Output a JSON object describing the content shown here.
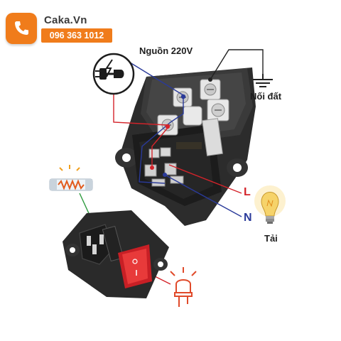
{
  "brand": {
    "name": "Caka.Vn",
    "phone": "096 363 1012",
    "icon": "phone-icon"
  },
  "labels": {
    "power": "Nguồn 220V",
    "ground": "Nối đất",
    "line": "L",
    "neutral": "N",
    "load": "Tải"
  },
  "icons": [
    "plug-icon",
    "ground-symbol-icon",
    "fuse-icon",
    "light-bulb-icon",
    "led-icon"
  ],
  "colors": {
    "brand_orange": "#f07c1b",
    "line_wire": "#d4232a",
    "neutral_wire": "#2a3a9a",
    "fuse_wire": "#2e9b3f",
    "ground_wire": "#222222",
    "switch_red": "#d8242a"
  }
}
